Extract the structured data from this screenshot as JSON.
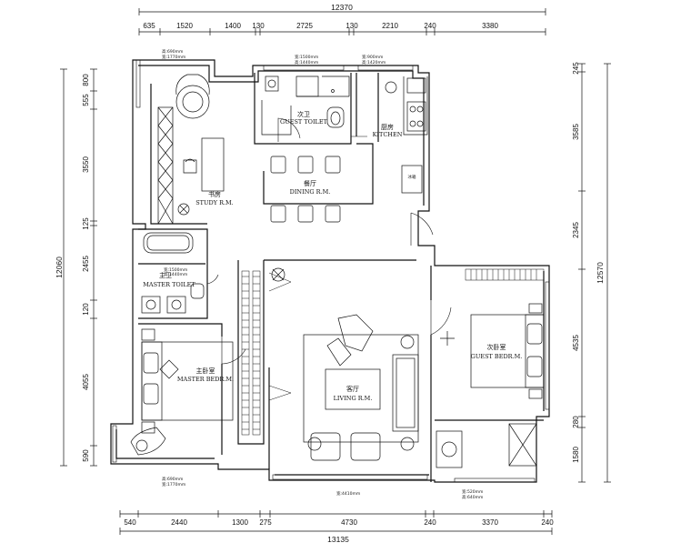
{
  "dimensions": {
    "top_total": "12370",
    "top": [
      "635",
      "1520",
      "1400",
      "130",
      "2725",
      "130",
      "2210",
      "240",
      "3380"
    ],
    "bottom_total": "13135",
    "bottom": [
      "540",
      "2440",
      "1300",
      "275",
      "4730",
      "240",
      "3370",
      "240"
    ],
    "left_total": "12060",
    "left": [
      "800",
      "555",
      "3550",
      "125",
      "2455",
      "120",
      "4055",
      "590"
    ],
    "right_total": "12570",
    "right": [
      "245",
      "3585",
      "2345",
      "4535",
      "280",
      "1580"
    ]
  },
  "rooms": {
    "guest_toilet": {
      "cn": "次卫",
      "en": "GUEST TOILET"
    },
    "kitchen": {
      "cn": "厨房",
      "en": "KITCHEN"
    },
    "study": {
      "cn": "书房",
      "en": "STUDY R.M."
    },
    "dining": {
      "cn": "餐厅",
      "en": "DINING R.M."
    },
    "master_toilet": {
      "cn": "主卫",
      "en": "MASTER TOILET"
    },
    "master_bedroom": {
      "cn": "主卧室",
      "en": "MASTER BEDR.M."
    },
    "living": {
      "cn": "客厅",
      "en": "LIVING R.M."
    },
    "guest_bedroom": {
      "cn": "次卧室",
      "en": "GUEST BEDR.M."
    },
    "fridge": "冰箱"
  },
  "notes": {
    "study_window": [
      "高:690mm",
      "宽:1770mm"
    ],
    "toilet_window": [
      "宽:1500mm",
      "高:1440mm"
    ],
    "kitchen_window": [
      "宽:900mm",
      "高:1420mm"
    ],
    "master_toilet_window": [
      "宽:1500mm",
      "高:1440mm"
    ],
    "master_window": [
      "高:690mm",
      "宽:1770mm"
    ],
    "living_window": "宽:4410mm",
    "guest_window": [
      "宽:520mm",
      "高:640mm"
    ]
  }
}
